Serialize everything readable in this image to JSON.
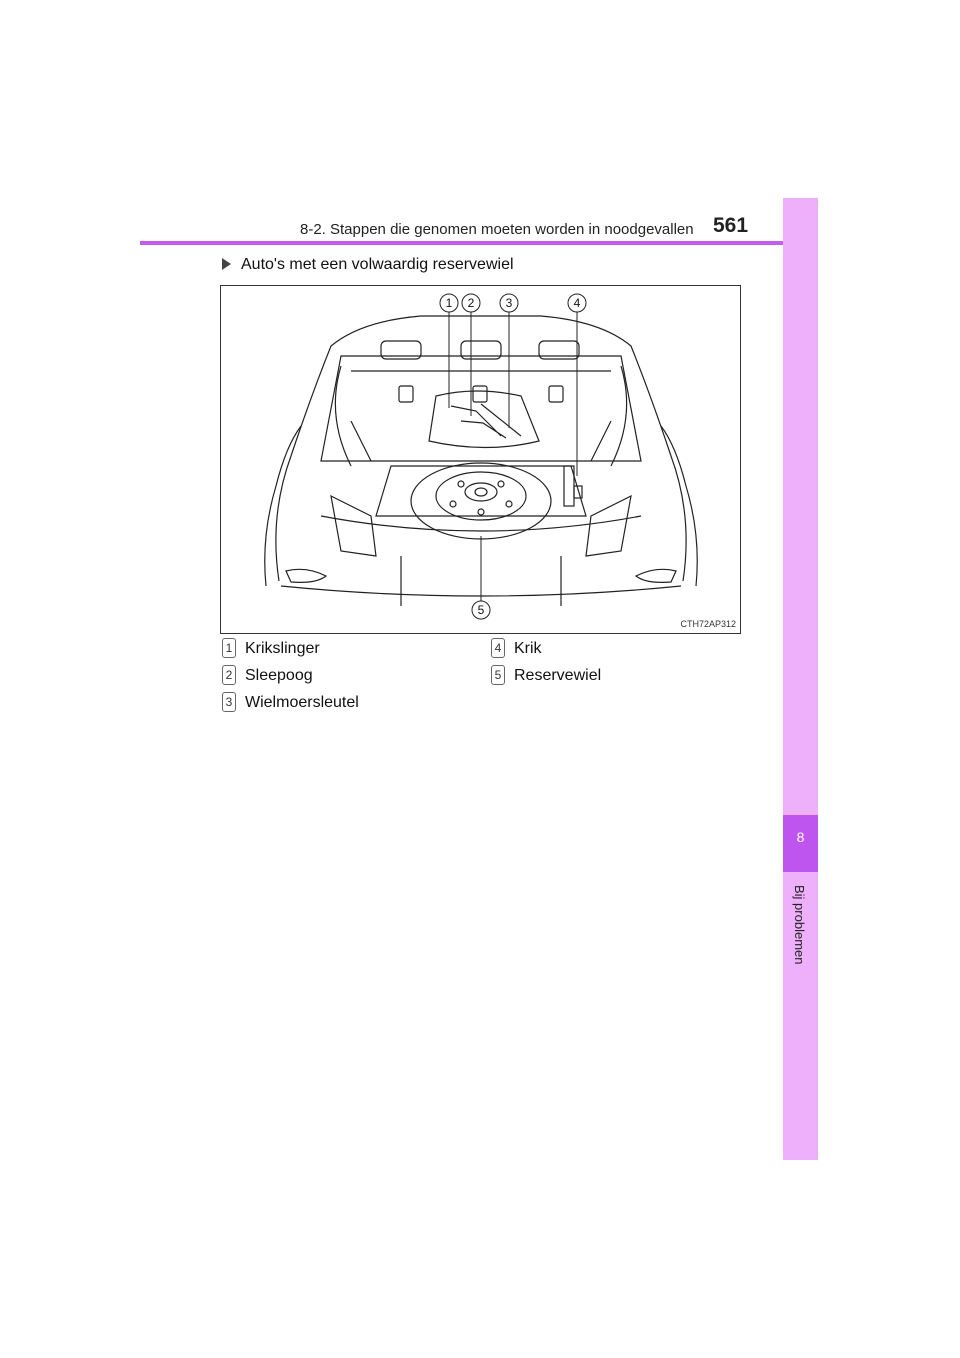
{
  "header": {
    "section": "8-2. Stappen die genomen moeten worden in noodgevallen",
    "page_number": "561"
  },
  "side_tab": {
    "chapter_number": "8",
    "chapter_title": "Bij problemen"
  },
  "subheading": "Auto's met een volwaardig reservewiel",
  "figure": {
    "code": "CTH72AP312",
    "callouts": [
      "1",
      "2",
      "3",
      "4",
      "5"
    ]
  },
  "legend": [
    {
      "number": "1",
      "label": "Krikslinger"
    },
    {
      "number": "2",
      "label": "Sleepoog"
    },
    {
      "number": "3",
      "label": "Wielmoersleutel"
    },
    {
      "number": "4",
      "label": "Krik"
    },
    {
      "number": "5",
      "label": "Reservewiel"
    }
  ]
}
